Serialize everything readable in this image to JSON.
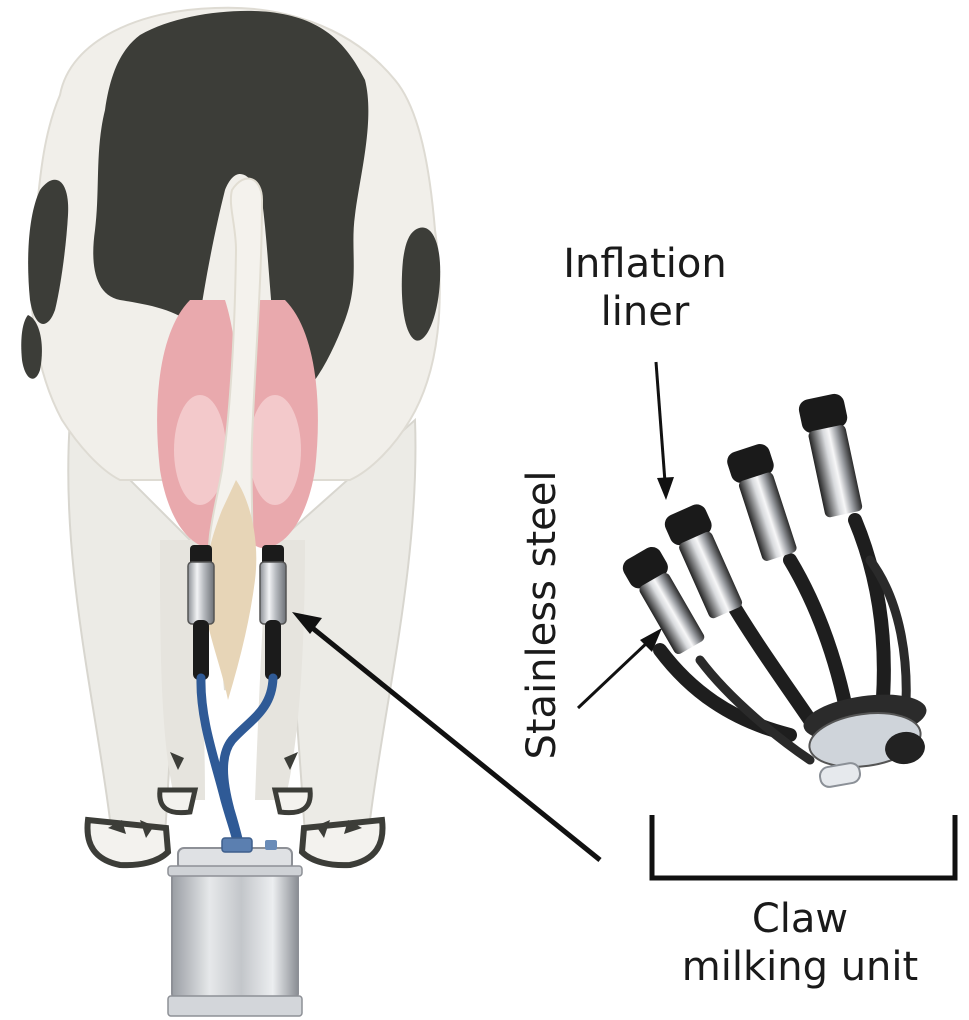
{
  "labels": {
    "inflation_liner": [
      "Inflation",
      "liner"
    ],
    "stainless_steel": "Stainless steel",
    "claw_milking_unit": [
      "Claw",
      "milking unit"
    ]
  },
  "colors": {
    "cow_body": "#f1efea",
    "cow_spots": "#3c3d38",
    "udder": "#e9a9ad",
    "udder_light": "#f3c9cb",
    "hose_blue": "#2f5a96",
    "liner_black": "#1b1b1b",
    "steel": "#c9ccd0",
    "tail": "#e7d5b7"
  },
  "icons": [
    "cow-illustration",
    "milking-claw-photo",
    "milk-bucket",
    "pointer-arrow",
    "bracket"
  ]
}
